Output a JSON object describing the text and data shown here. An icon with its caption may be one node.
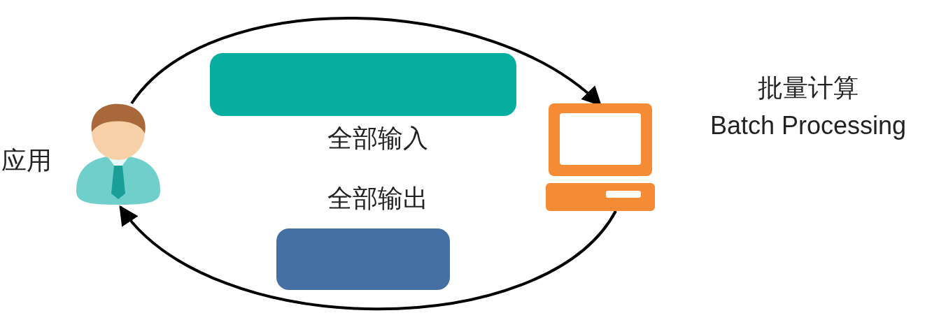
{
  "diagram": {
    "nodes": [
      {
        "text": [],
        "shape": "person",
        "beside": [
          "应用"
        ]
      },
      {
        "text": [],
        "shape": "bar",
        "beside": [
          "全部输入"
        ]
      },
      {
        "text": [],
        "shape": "bar",
        "beside": [
          "全部输出"
        ]
      },
      {
        "text": [],
        "shape": "computer",
        "beside": [
          "批量计算",
          "Batch Processing"
        ]
      }
    ],
    "edges": [
      {
        "from": 0,
        "to": 3,
        "arrow": "to"
      },
      {
        "from": 3,
        "to": 0,
        "arrow": "to"
      }
    ]
  }
}
